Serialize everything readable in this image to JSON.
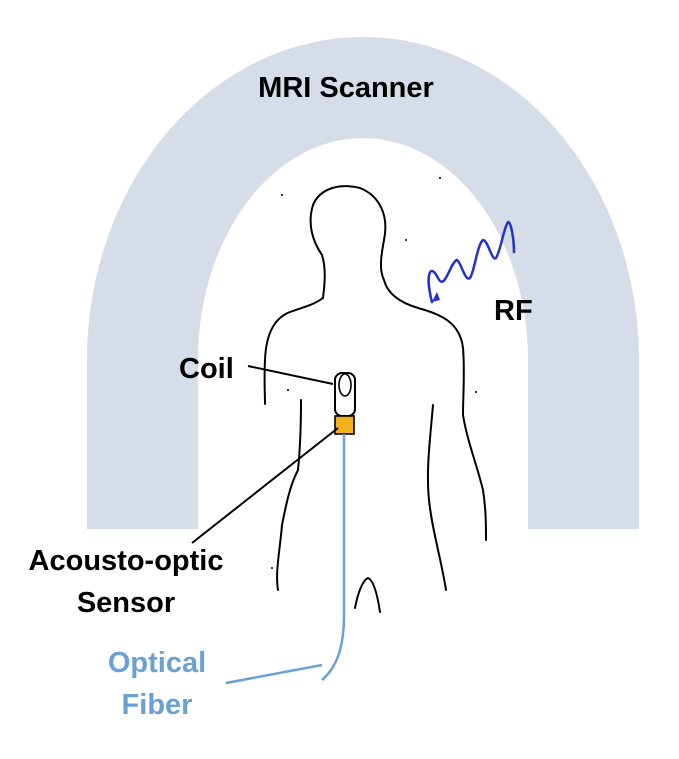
{
  "labels": {
    "scanner": "MRI Scanner",
    "rf": "RF",
    "coil": "Coil",
    "sensor_line1": "Acousto-optic",
    "sensor_line2": "Sensor",
    "fiber_line1": "Optical",
    "fiber_line2": "Fiber"
  },
  "colors": {
    "scanner": "#d6dde8",
    "rf_wave": "#2233cc",
    "sensor": "#f4b11c",
    "fiber": "#6aa1d4",
    "outline": "#000000"
  }
}
